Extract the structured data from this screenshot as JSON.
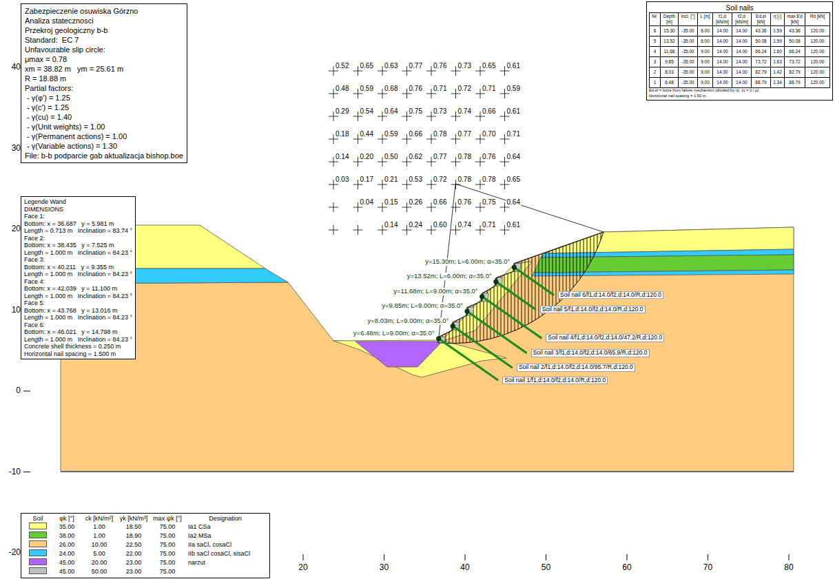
{
  "diagram": {
    "nodes": [
      {
        "text": [
          "Zabezpieczenie osuwiska Górzno",
          "Analiza statecznosci",
          "Przekroj geologiczny b-b",
          "Standard:  EC 7",
          "Unfavourable slip circle:",
          "μmax = 0.78",
          "xm = 38.82 m   ym = 25.61 m",
          "R = 18.88 m",
          "Partial factors:",
          " - γ(φ') = 1.25",
          " - γ(c') = 1.25",
          " - γ(cu) = 1.40",
          " - γ(Unit weights) = 1.00",
          " - γ(Permanent actions) = 1.00",
          " - γ(Variable actions) = 1.30",
          "File: b-b podparcie gab aktualizacja bishop.boe"
        ]
      },
      {
        "text": [
          "Soil nails",
          "Nr.",
          "Depth [m]",
          "Incl. [°]",
          "L [m]",
          "f1,d [kN/m]",
          "f2,d [kN/m]",
          "Ed,el [kN]",
          "η [-]",
          "max Ed [kN]",
          "Rd [kN]",
          "6",
          "15.30",
          "-35.00",
          "6.00",
          "14.00",
          "14.00",
          "43.36",
          "1.59",
          "43.36",
          "120.00",
          "5",
          "13.52",
          "-35.00",
          "6.00",
          "14.00",
          "14.00",
          "50.08",
          "1.59",
          "50.08",
          "120.00",
          "4",
          "11.68",
          "-35.00",
          "9.00",
          "14.00",
          "14.00",
          "66.24",
          "1.60",
          "66.24",
          "120.00",
          "3",
          "9.85",
          "-35.00",
          "9.00",
          "14.00",
          "14.00",
          "73.72",
          "1.63",
          "73.72",
          "120.00",
          "2",
          "8.03",
          "-35.00",
          "9.00",
          "14.00",
          "14.00",
          "82.79",
          "1.42",
          "82.79",
          "120.00",
          "1",
          "6.48",
          "-35.00",
          "9.00",
          "14.00",
          "14.00",
          "88.79",
          "1.34",
          "88.79",
          "120.00",
          "Ed,el = force from failure mechanism (divided by η). (η = 1 / μ)",
          "Horizontal nail spacing = 1.50 m"
        ]
      },
      {
        "text": [
          "Legende Wand",
          "DIMENSIONS",
          "Face 1:",
          "Bottom: x = 36.687   y = 5.981 m",
          "Length = 0.713 m   Inclination = 83.74 °",
          "Face 2:",
          "Bottom: x = 38.435   y = 7.525 m",
          "Length = 1.000 m   Inclination = 84.23 °",
          "Face 3:",
          "Bottom: x = 40.211   y = 9.355 m",
          "Length = 1.000 m   Inclination = 84.23 °",
          "Face 4:",
          "Bottom: x = 42.039   y = 11.100 m",
          "Length = 1.000 m   Inclination = 84.23 °",
          "Face 5:",
          "Bottom: x = 43.768   y = 13.016 m",
          "Length = 1.000 m   Inclination = 84.23 °",
          "Face 6:",
          "Bottom: x = 46.021   y = 14.798 m",
          "Length = 1.000 m   Inclination = 84.23 °",
          "Concrete shell thickness = 0.250 m",
          "Horizontal nail spacing = 1.500 m"
        ]
      },
      {
        "text": [
          "Soil",
          "φk [°]",
          "ck [kN/m²]",
          "γk [kN/m³]",
          "max ψk [°]",
          "Designation",
          "35.00",
          "1.00",
          "18.50",
          "75.00",
          "38.00",
          "1.00",
          "18.90",
          "75.00",
          "26.00",
          "10.00",
          "22.50",
          "75.00",
          "24.00",
          "5.00",
          "22.00",
          "75.00",
          "45.00",
          "20.00",
          "23.00",
          "75.00",
          "45.00",
          "50.00",
          "23.00",
          "75.00"
        ]
      }
    ],
    "labels": [
      "40",
      "30",
      "20",
      "10",
      "0",
      "-10",
      "-20",
      "20",
      "30",
      "40",
      "50",
      "60",
      "70",
      "80",
      "0.52",
      "0.65",
      "0.63",
      "0.77",
      "0.76",
      "0.73",
      "0.65",
      "0.61",
      "0.48",
      "0.59",
      "0.68",
      "0.76",
      "0.71",
      "0.72",
      "0.71",
      "0.59",
      "0.29",
      "0.54",
      "0.64",
      "0.75",
      "0.73",
      "0.74",
      "0.66",
      "0.61",
      "0.18",
      "0.44",
      "0.59",
      "0.66",
      "0.78",
      "0.77",
      "0.70",
      "0.71",
      "0.14",
      "0.20",
      "0.50",
      "0.62",
      "0.77",
      "0.78",
      "0.76",
      "0.64",
      "0.03",
      "0.17",
      "0.21",
      "0.53",
      "0.72",
      "0.78",
      "0.78",
      "0.65",
      "0.04",
      "0.15",
      "0.26",
      "0.66",
      "0.76",
      "0.75",
      "0.64",
      "0.14",
      "0.24",
      "0.60",
      "0.74",
      "0.71",
      "0.61",
      "y=15.30m; L=6.00m; α=35.0°",
      "y=13.52m; L=6.00m; α=35.0°",
      "y=11.68m; L=9.00m; α=35.0°",
      "y=9.85m; L=9.00m; α=35.0°",
      "y=8.03m; L=9.00m; α=35.0°",
      "y=6.48m; L=9.00m; α=35.0°",
      "Soil nail 6/f1,d:14.0/f2,d:14.0/R,d:120.0",
      "Soil nail 5/f1,d:14.0/f2,d:14.0/R,d:120.0",
      "Soil nail 4/f1,d:14.0/f2,d:14.0/47.2/R,d:120.0",
      "Soil nail 3/f1,d:14.0/f2,d:14.0/65.9/R,d:120.0",
      "Soil nail 2/f1,d:14.0/f2,d:14.0/95.7/R,d:120.0",
      "Soil nail 1/f1,d:14.0/f2,d:14.0/R,d:120.0"
    ],
    "legend": [
      {
        "text": "Ia1 CSa",
        "color": "#ffff80"
      },
      {
        "text": "Ia2 MSa",
        "color": "#66cc33"
      },
      {
        "text": "IIa saCl, cosaCl",
        "color": "#ffcc80"
      },
      {
        "text": "IIb saCl cosaCl, sisaCl",
        "color": "#33ccff"
      },
      {
        "text": "narzut",
        "color": "#b266ff"
      }
    ]
  }
}
